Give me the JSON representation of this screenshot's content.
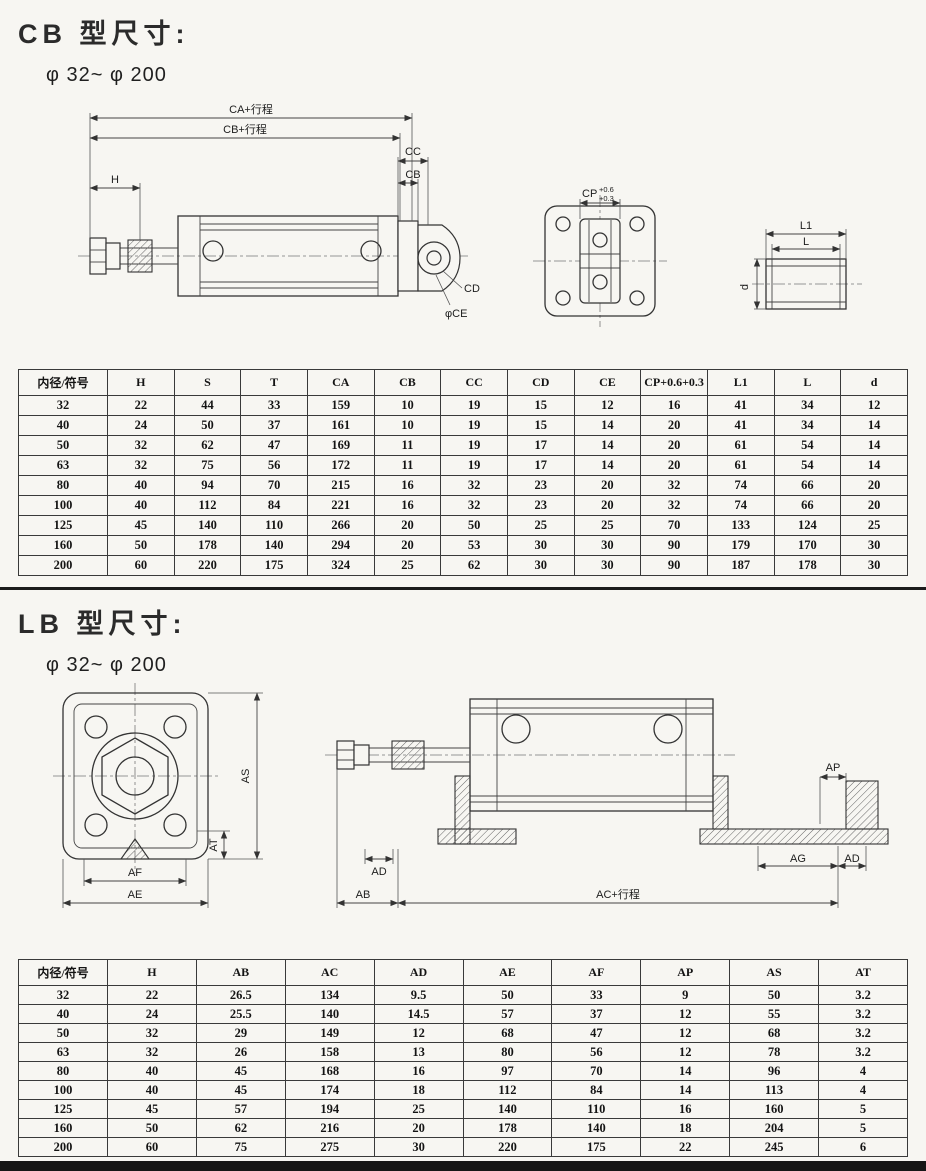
{
  "cb": {
    "title": "CB 型尺寸:",
    "subtitle": "φ 32~ φ 200",
    "drawing_labels": {
      "ca_stroke": "CA+行程",
      "cb_stroke": "CB+行程",
      "cc": "CC",
      "cb": "CB",
      "h": "H",
      "cd": "CD",
      "ce": "φCE",
      "cp": "CP",
      "cp_tol_upper": "+0.6",
      "cp_tol_lower": "+0.3",
      "l1": "L1",
      "l": "L",
      "d": "d"
    },
    "table": {
      "headers": [
        "内径/符号",
        "H",
        "S",
        "T",
        "CA",
        "CB",
        "CC",
        "CD",
        "CE",
        "CP+0.6+0.3",
        "L1",
        "L",
        "d"
      ],
      "rows": [
        [
          "32",
          "22",
          "44",
          "33",
          "159",
          "10",
          "19",
          "15",
          "12",
          "16",
          "41",
          "34",
          "12"
        ],
        [
          "40",
          "24",
          "50",
          "37",
          "161",
          "10",
          "19",
          "15",
          "14",
          "20",
          "41",
          "34",
          "14"
        ],
        [
          "50",
          "32",
          "62",
          "47",
          "169",
          "11",
          "19",
          "17",
          "14",
          "20",
          "61",
          "54",
          "14"
        ],
        [
          "63",
          "32",
          "75",
          "56",
          "172",
          "11",
          "19",
          "17",
          "14",
          "20",
          "61",
          "54",
          "14"
        ],
        [
          "80",
          "40",
          "94",
          "70",
          "215",
          "16",
          "32",
          "23",
          "20",
          "32",
          "74",
          "66",
          "20"
        ],
        [
          "100",
          "40",
          "112",
          "84",
          "221",
          "16",
          "32",
          "23",
          "20",
          "32",
          "74",
          "66",
          "20"
        ],
        [
          "125",
          "45",
          "140",
          "110",
          "266",
          "20",
          "50",
          "25",
          "25",
          "70",
          "133",
          "124",
          "25"
        ],
        [
          "160",
          "50",
          "178",
          "140",
          "294",
          "20",
          "53",
          "30",
          "30",
          "90",
          "179",
          "170",
          "30"
        ],
        [
          "200",
          "60",
          "220",
          "175",
          "324",
          "25",
          "62",
          "30",
          "30",
          "90",
          "187",
          "178",
          "30"
        ]
      ]
    }
  },
  "lb": {
    "title": "LB 型尺寸:",
    "subtitle": "φ 32~ φ 200",
    "drawing_labels": {
      "as": "AS",
      "at": "AT",
      "af": "AF",
      "ae": "AE",
      "ab": "AB",
      "ac_stroke": "AC+行程",
      "ad_left": "AD",
      "ad_right": "AD",
      "ag": "AG",
      "ap": "AP"
    },
    "table": {
      "headers": [
        "内径/符号",
        "H",
        "AB",
        "AC",
        "AD",
        "AE",
        "AF",
        "AP",
        "AS",
        "AT"
      ],
      "rows": [
        [
          "32",
          "22",
          "26.5",
          "134",
          "9.5",
          "50",
          "33",
          "9",
          "50",
          "3.2"
        ],
        [
          "40",
          "24",
          "25.5",
          "140",
          "14.5",
          "57",
          "37",
          "12",
          "55",
          "3.2"
        ],
        [
          "50",
          "32",
          "29",
          "149",
          "12",
          "68",
          "47",
          "12",
          "68",
          "3.2"
        ],
        [
          "63",
          "32",
          "26",
          "158",
          "13",
          "80",
          "56",
          "12",
          "78",
          "3.2"
        ],
        [
          "80",
          "40",
          "45",
          "168",
          "16",
          "97",
          "70",
          "14",
          "96",
          "4"
        ],
        [
          "100",
          "40",
          "45",
          "174",
          "18",
          "112",
          "84",
          "14",
          "113",
          "4"
        ],
        [
          "125",
          "45",
          "57",
          "194",
          "25",
          "140",
          "110",
          "16",
          "160",
          "5"
        ],
        [
          "160",
          "50",
          "62",
          "216",
          "20",
          "178",
          "140",
          "18",
          "204",
          "5"
        ],
        [
          "200",
          "60",
          "75",
          "275",
          "30",
          "220",
          "175",
          "22",
          "245",
          "6"
        ]
      ]
    }
  }
}
